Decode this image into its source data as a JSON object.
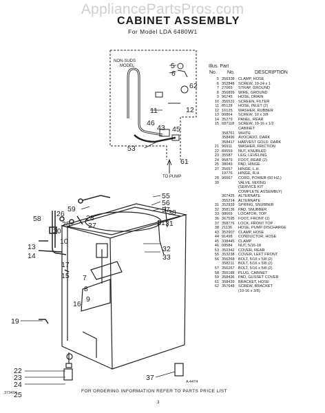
{
  "watermark": "AppliancePartsPros.com",
  "title": "CABINET ASSEMBLY",
  "subtitle": "For Model LDA 6480W1",
  "inset_label": [
    "NON-SUDS",
    "MODEL"
  ],
  "to_pump": "TO PUMP",
  "table_header": {
    "illus": "Illus. Part",
    "no": "No.",
    "no2": "No.",
    "desc": "DESCRIPTION"
  },
  "parts": [
    {
      "illus": "5",
      "part": "356338",
      "desc": "CLAMP, HOSE"
    },
    {
      "illus": "6",
      "part": "352848",
      "desc": "SCREW, 10-24 x 1"
    },
    {
      "illus": "7",
      "part": "27065",
      "desc": "STRAP, GROUND"
    },
    {
      "illus": "8",
      "part": "356899",
      "desc": "WIRE, GROUND"
    },
    {
      "illus": "9",
      "part": "96745",
      "desc": "HOSE, DRAIN"
    },
    {
      "illus": "10",
      "part": "356531",
      "desc": "SCREEN, FILTER"
    },
    {
      "illus": "11",
      "part": "85128",
      "desc": "HOSE, INLET (2)"
    },
    {
      "illus": "12",
      "part": "16125",
      "desc": "WASHER, RUBBER"
    },
    {
      "illus": "13",
      "part": "90864",
      "desc": "SCREW, 10 x 3/8"
    },
    {
      "illus": "14",
      "part": "35279",
      "desc": "PANEL, REAR"
    },
    {
      "illus": "15",
      "part": "687118",
      "desc": "SCREW, 10-16 x 1/2"
    },
    {
      "illus": "",
      "part": "",
      "desc": "CABINET"
    },
    {
      "illus": "",
      "part": "358761",
      "desc": "WHITE"
    },
    {
      "illus": "",
      "part": "358496",
      "desc": "AVOCADO, DARK"
    },
    {
      "illus": "",
      "part": "358417",
      "desc": "HARVEST GOLD, DARK"
    },
    {
      "illus": "21",
      "part": "96911",
      "desc": "WASHER, FRICTION"
    },
    {
      "illus": "22",
      "part": "89559",
      "desc": "NUT, KNURLED"
    },
    {
      "illus": "23",
      "part": "35587",
      "desc": "LEG, LEVELING"
    },
    {
      "illus": "24",
      "part": "95879",
      "desc": "FOOT, REAR (2)"
    },
    {
      "illus": "25",
      "part": "38049",
      "desc": "PAD, HINGE"
    },
    {
      "illus": "27",
      "part": "35657",
      "desc": "HINGE, L.H."
    },
    {
      "illus": "",
      "part": "19776",
      "desc": "HINGE, R.H."
    },
    {
      "illus": "28",
      "part": "96667",
      "desc": "CORD, POWER (60 HZ.)"
    },
    {
      "illus": "30",
      "part": "",
      "desc": "VALVE, MIXING"
    },
    {
      "illus": "",
      "part": "",
      "desc": "(SERVICE KIT"
    },
    {
      "illus": "",
      "part": "",
      "desc": "COMPLETE ASSEMBLY)"
    },
    {
      "illus": "",
      "part": "367425",
      "desc": "ALTERNATE"
    },
    {
      "illus": "",
      "part": "355214",
      "desc": "ALTERNATE"
    },
    {
      "illus": "31",
      "part": "352939",
      "desc": "SPRING, SNUBBER"
    },
    {
      "illus": "32",
      "part": "358136",
      "desc": "PAD, SNUBBER"
    },
    {
      "illus": "33",
      "part": "98669",
      "desc": "LOCATOR, TOP"
    },
    {
      "illus": "36",
      "part": "367595",
      "desc": "FOOT, FRONT (2)"
    },
    {
      "illus": "37",
      "part": "358776",
      "desc": "LOCK, FRONT TOP"
    },
    {
      "illus": "38",
      "part": "21136",
      "desc": "HOSE, PUMP DISCHARGE"
    },
    {
      "illus": "43",
      "part": "352907",
      "desc": "CLAMP, HOSE"
    },
    {
      "illus": "44",
      "part": "91498",
      "desc": "CONDUCTOR, HOSE"
    },
    {
      "illus": "45",
      "part": "338445",
      "desc": "CLAMP"
    },
    {
      "illus": "46",
      "part": "99584",
      "desc": "NUT, 5/16-18"
    },
    {
      "illus": "53",
      "part": "352342",
      "desc": "COVER, REAR"
    },
    {
      "illus": "55",
      "part": "353238",
      "desc": "COVER, LEFT FRONT"
    },
    {
      "illus": "56",
      "part": "356268",
      "desc": "BOLT, 5/16 x 5/8 (2)"
    },
    {
      "illus": "",
      "part": "358211",
      "desc": "BOLT, 5/16 x 5/8 (2)"
    },
    {
      "illus": "57",
      "part": "356267",
      "desc": "BOLT, 5/16 x 5/8 (2)"
    },
    {
      "illus": "58",
      "part": "356188",
      "desc": "PLUG, CABINET"
    },
    {
      "illus": "59",
      "part": "358436",
      "desc": "PAD, GUSSET COVER"
    },
    {
      "illus": "61",
      "part": "358439",
      "desc": "BRACKET, HOSE"
    },
    {
      "illus": "62",
      "part": "357648",
      "desc": "SCREW, BRACKET"
    },
    {
      "illus": "",
      "part": "",
      "desc": "(10-16 x 3/8)"
    }
  ],
  "callouts": [
    "5",
    "6",
    "62",
    "12",
    "11",
    "46",
    "43",
    "45",
    "53",
    "61",
    "55",
    "56",
    "57",
    "59",
    "58",
    "26",
    "28",
    "25",
    "27",
    "30",
    "10",
    "21",
    "38",
    "31",
    "13",
    "14",
    "32",
    "33",
    "17",
    "15",
    "7",
    "8",
    "9",
    "16",
    "19",
    "22",
    "23",
    "24",
    "25",
    "37"
  ],
  "drawing_ref": "A 4474",
  "footer": "FOR ORDERING INFORMATION REFER TO PARTS PRICE LIST",
  "page_number": "3",
  "print_code": "373474"
}
